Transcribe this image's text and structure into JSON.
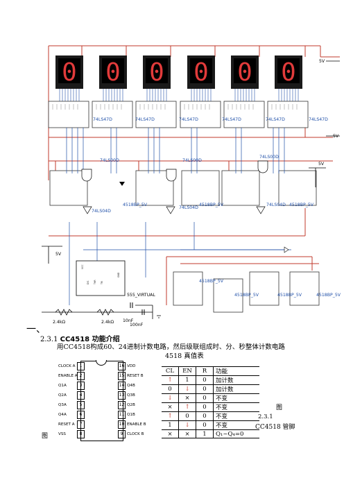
{
  "schematic": {
    "ic_labels": {
      "decoder": "74LS47D",
      "counter": "4518BP_5V",
      "nand": "74LS00D",
      "inverter": "74LS04D",
      "timer": "555_VIRTUAL"
    },
    "supply": "5V",
    "resistors": [
      "2.4kΩ",
      "2.4kΩ"
    ],
    "capacitors": [
      "10nF",
      "100nF"
    ],
    "digits": [
      "0",
      "0",
      "0",
      "0",
      "0",
      "0"
    ]
  },
  "section_mark": "一、",
  "section_title_num": "2.3.1 ",
  "section_title_text": "CC4518 功能介绍",
  "description": "用CC4518构成60、24进制计数电路，然后级联组成时、分、秒整体计数电路",
  "truth_table_title": "4518 真值表",
  "pinout": {
    "left_pins": [
      {
        "num": "1",
        "name": "CLOCK A"
      },
      {
        "num": "2",
        "name": "ENABLE A"
      },
      {
        "num": "3",
        "name": "Q1A"
      },
      {
        "num": "4",
        "name": "Q2A"
      },
      {
        "num": "5",
        "name": "Q3A"
      },
      {
        "num": "6",
        "name": "Q4A"
      },
      {
        "num": "7",
        "name": "RESET A"
      },
      {
        "num": "8",
        "name": "VSS"
      }
    ],
    "right_pins": [
      {
        "num": "16",
        "name": "VDD"
      },
      {
        "num": "15",
        "name": "RESET B"
      },
      {
        "num": "14",
        "name": "Q4B"
      },
      {
        "num": "13",
        "name": "Q3B"
      },
      {
        "num": "12",
        "name": "Q2B"
      },
      {
        "num": "11",
        "name": "Q1B"
      },
      {
        "num": "10",
        "name": "ENABLE B"
      },
      {
        "num": "9",
        "name": "CLOCK B"
      }
    ]
  },
  "truth_table": {
    "headers": [
      "CL",
      "EN",
      "R",
      "功能"
    ],
    "rows": [
      [
        "↑",
        "1",
        "0",
        "加计数"
      ],
      [
        "0",
        "↓",
        "0",
        "加计数"
      ],
      [
        "↓",
        "×",
        "0",
        "不变"
      ],
      [
        "×",
        "↑",
        "0",
        "不变"
      ],
      [
        "↑",
        "0",
        "0",
        "不变"
      ],
      [
        "1",
        "↓",
        "0",
        "不变"
      ],
      [
        "×",
        "×",
        "1",
        "Q₁~Q₄=0"
      ]
    ]
  },
  "fig_left": "图",
  "fig_right_1": "图",
  "fig_right_2": "2.3.1",
  "fig_right_3": "CC4518 管脚"
}
